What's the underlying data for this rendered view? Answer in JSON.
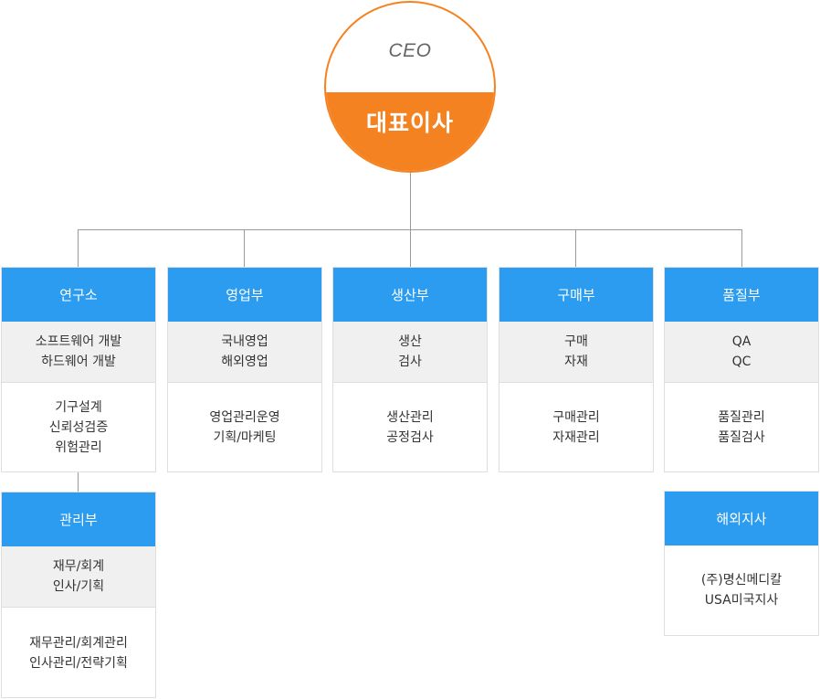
{
  "ceo": {
    "title_en": "CEO",
    "title_ko": "대표이사"
  },
  "departments": [
    {
      "name": "연구소",
      "sub": [
        "소프트웨어 개발",
        "하드웨어 개발"
      ],
      "detail": [
        "기구설계",
        "신뢰성검증",
        "위험관리"
      ]
    },
    {
      "name": "영업부",
      "sub": [
        "국내영업",
        "해외영업"
      ],
      "detail": [
        "영업관리운영",
        "기획/마케팅"
      ]
    },
    {
      "name": "생산부",
      "sub": [
        "생산",
        "검사"
      ],
      "detail": [
        "생산관리",
        "공정검사"
      ]
    },
    {
      "name": "구매부",
      "sub": [
        "구매",
        "자재"
      ],
      "detail": [
        "구매관리",
        "자재관리"
      ]
    },
    {
      "name": "품질부",
      "sub": [
        "QA",
        "QC"
      ],
      "detail": [
        "품질관리",
        "품질검사"
      ]
    },
    {
      "name": "관리부",
      "sub": [
        "재무/회계",
        "인사/기획"
      ],
      "detail": [
        "재무관리/회계관리",
        "인사관리/전략기획"
      ]
    },
    {
      "name": "해외지사",
      "detail": [
        "(주)명신메디칼",
        "USA미국지사"
      ]
    }
  ],
  "colors": {
    "accent": "#f58220",
    "dept_header": "#2b9cf0",
    "sub_bg": "#f0f0f0",
    "line": "#9a9a9a",
    "border": "#dedede"
  }
}
